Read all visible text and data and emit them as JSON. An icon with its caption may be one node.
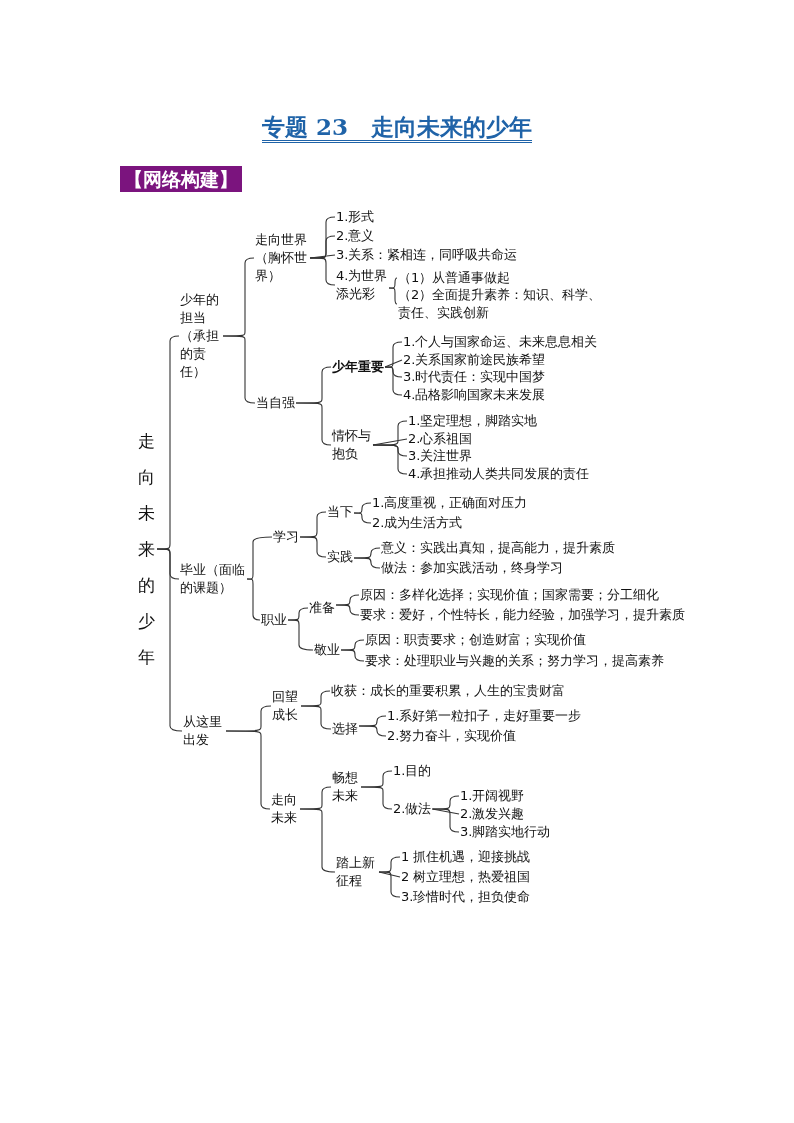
{
  "diagram": {
    "title": "专题 23　走向未来的少年",
    "nodes": [
      {
        "text": [
          "【网络构建】"
        ]
      },
      {
        "text": [
          "走向未来的少年"
        ]
      },
      {
        "text": [
          "少年的担当（承担的责任）"
        ]
      },
      {
        "text": [
          "走向世界（胸怀世界）"
        ]
      },
      {
        "text": [
          "1.形式"
        ]
      },
      {
        "text": [
          "2.意义"
        ]
      },
      {
        "text": [
          "3.关系：紧相连，同呼吸共命运"
        ]
      },
      {
        "text": [
          "4.为世界添光彩"
        ]
      },
      {
        "text": [
          "（1）从普通事做起"
        ]
      },
      {
        "text": [
          "（2）全面提升素养：知识、科学、责任、实践创新"
        ]
      },
      {
        "text": [
          "当自强"
        ]
      },
      {
        "text": [
          "少年重要"
        ]
      },
      {
        "text": [
          "1.个人与国家命运、未来息息相关"
        ]
      },
      {
        "text": [
          "2.关系国家前途民族希望"
        ]
      },
      {
        "text": [
          "3.时代责任：实现中国梦"
        ]
      },
      {
        "text": [
          "4.品格影响国家未来发展"
        ]
      },
      {
        "text": [
          "情怀与抱负"
        ]
      },
      {
        "text": [
          "1.坚定理想，脚踏实地"
        ]
      },
      {
        "text": [
          "2.心系祖国"
        ]
      },
      {
        "text": [
          "3.关注世界"
        ]
      },
      {
        "text": [
          "4.承担推动人类共同发展的责任"
        ]
      },
      {
        "text": [
          "毕业（面临的课题）"
        ]
      },
      {
        "text": [
          "学习"
        ]
      },
      {
        "text": [
          "当下"
        ]
      },
      {
        "text": [
          "1.高度重视，正确面对压力"
        ]
      },
      {
        "text": [
          "2.成为生活方式"
        ]
      },
      {
        "text": [
          "实践"
        ]
      },
      {
        "text": [
          "意义：实践出真知，提高能力，提升素质"
        ]
      },
      {
        "text": [
          "做法：参加实践活动，终身学习"
        ]
      },
      {
        "text": [
          "职业"
        ]
      },
      {
        "text": [
          "准备"
        ]
      },
      {
        "text": [
          "原因：多样化选择；实现价值；国家需要；分工细化"
        ]
      },
      {
        "text": [
          "要求：爱好，个性特长，能力经验，加强学习，提升素质"
        ]
      },
      {
        "text": [
          "敬业"
        ]
      },
      {
        "text": [
          "原因：职责要求；创造财富；实现价值"
        ]
      },
      {
        "text": [
          "要求：处理职业与兴趣的关系；努力学习，提高素养"
        ]
      },
      {
        "text": [
          "从这里出发"
        ]
      },
      {
        "text": [
          "回望成长"
        ]
      },
      {
        "text": [
          "收获：成长的重要积累，人生的宝贵财富"
        ]
      },
      {
        "text": [
          "选择"
        ]
      },
      {
        "text": [
          "1.系好第一粒扣子，走好重要一步"
        ]
      },
      {
        "text": [
          "2.努力奋斗，实现价值"
        ]
      },
      {
        "text": [
          "走向未来"
        ]
      },
      {
        "text": [
          "畅想未来"
        ]
      },
      {
        "text": [
          "1.目的"
        ]
      },
      {
        "text": [
          "2.做法"
        ]
      },
      {
        "text": [
          "1.开阔视野"
        ]
      },
      {
        "text": [
          "2.激发兴趣"
        ]
      },
      {
        "text": [
          "3.脚踏实地行动"
        ]
      },
      {
        "text": [
          "踏上新征程"
        ]
      },
      {
        "text": [
          "1 抓住机遇，迎接挑战"
        ]
      },
      {
        "text": [
          "2 树立理想，热爱祖国"
        ]
      },
      {
        "text": [
          "3.珍惜时代，担负使命"
        ]
      }
    ],
    "edges": [
      {
        "from": 1,
        "to": 2,
        "arrow": "none"
      },
      {
        "from": 1,
        "to": 21,
        "arrow": "none"
      },
      {
        "from": 1,
        "to": 36,
        "arrow": "none"
      },
      {
        "from": 2,
        "to": 3,
        "arrow": "none"
      },
      {
        "from": 2,
        "to": 10,
        "arrow": "none"
      },
      {
        "from": 3,
        "to": 4,
        "arrow": "none"
      },
      {
        "from": 3,
        "to": 5,
        "arrow": "none"
      },
      {
        "from": 3,
        "to": 6,
        "arrow": "none"
      },
      {
        "from": 3,
        "to": 7,
        "arrow": "none"
      },
      {
        "from": 7,
        "to": 8,
        "arrow": "none"
      },
      {
        "from": 7,
        "to": 9,
        "arrow": "none"
      },
      {
        "from": 10,
        "to": 11,
        "arrow": "none"
      },
      {
        "from": 10,
        "to": 16,
        "arrow": "none"
      },
      {
        "from": 11,
        "to": 12,
        "arrow": "none"
      },
      {
        "from": 11,
        "to": 13,
        "arrow": "none"
      },
      {
        "from": 11,
        "to": 14,
        "arrow": "none"
      },
      {
        "from": 11,
        "to": 15,
        "arrow": "none"
      },
      {
        "from": 16,
        "to": 17,
        "arrow": "none"
      },
      {
        "from": 16,
        "to": 18,
        "arrow": "none"
      },
      {
        "from": 16,
        "to": 19,
        "arrow": "none"
      },
      {
        "from": 16,
        "to": 20,
        "arrow": "none"
      },
      {
        "from": 21,
        "to": 22,
        "arrow": "none"
      },
      {
        "from": 21,
        "to": 29,
        "arrow": "none"
      },
      {
        "from": 22,
        "to": 23,
        "arrow": "none"
      },
      {
        "from": 22,
        "to": 26,
        "arrow": "none"
      },
      {
        "from": 23,
        "to": 24,
        "arrow": "none"
      },
      {
        "from": 23,
        "to": 25,
        "arrow": "none"
      },
      {
        "from": 26,
        "to": 27,
        "arrow": "none"
      },
      {
        "from": 26,
        "to": 28,
        "arrow": "none"
      },
      {
        "from": 29,
        "to": 30,
        "arrow": "none"
      },
      {
        "from": 29,
        "to": 33,
        "arrow": "none"
      },
      {
        "from": 30,
        "to": 31,
        "arrow": "none"
      },
      {
        "from": 30,
        "to": 32,
        "arrow": "none"
      },
      {
        "from": 33,
        "to": 34,
        "arrow": "none"
      },
      {
        "from": 33,
        "to": 35,
        "arrow": "none"
      },
      {
        "from": 36,
        "to": 37,
        "arrow": "none"
      },
      {
        "from": 36,
        "to": 42,
        "arrow": "none"
      },
      {
        "from": 37,
        "to": 38,
        "arrow": "none"
      },
      {
        "from": 37,
        "to": 39,
        "arrow": "none"
      },
      {
        "from": 39,
        "to": 40,
        "arrow": "none"
      },
      {
        "from": 39,
        "to": 41,
        "arrow": "none"
      },
      {
        "from": 42,
        "to": 43,
        "arrow": "none"
      },
      {
        "from": 42,
        "to": 49,
        "arrow": "none"
      },
      {
        "from": 43,
        "to": 44,
        "arrow": "none"
      },
      {
        "from": 43,
        "to": 45,
        "arrow": "none"
      },
      {
        "from": 45,
        "to": 46,
        "arrow": "none"
      },
      {
        "from": 45,
        "to": 47,
        "arrow": "none"
      },
      {
        "from": 45,
        "to": 48,
        "arrow": "none"
      },
      {
        "from": 49,
        "to": 50,
        "arrow": "none"
      },
      {
        "from": 49,
        "to": 51,
        "arrow": "none"
      },
      {
        "from": 49,
        "to": 52,
        "arrow": "none"
      }
    ]
  }
}
